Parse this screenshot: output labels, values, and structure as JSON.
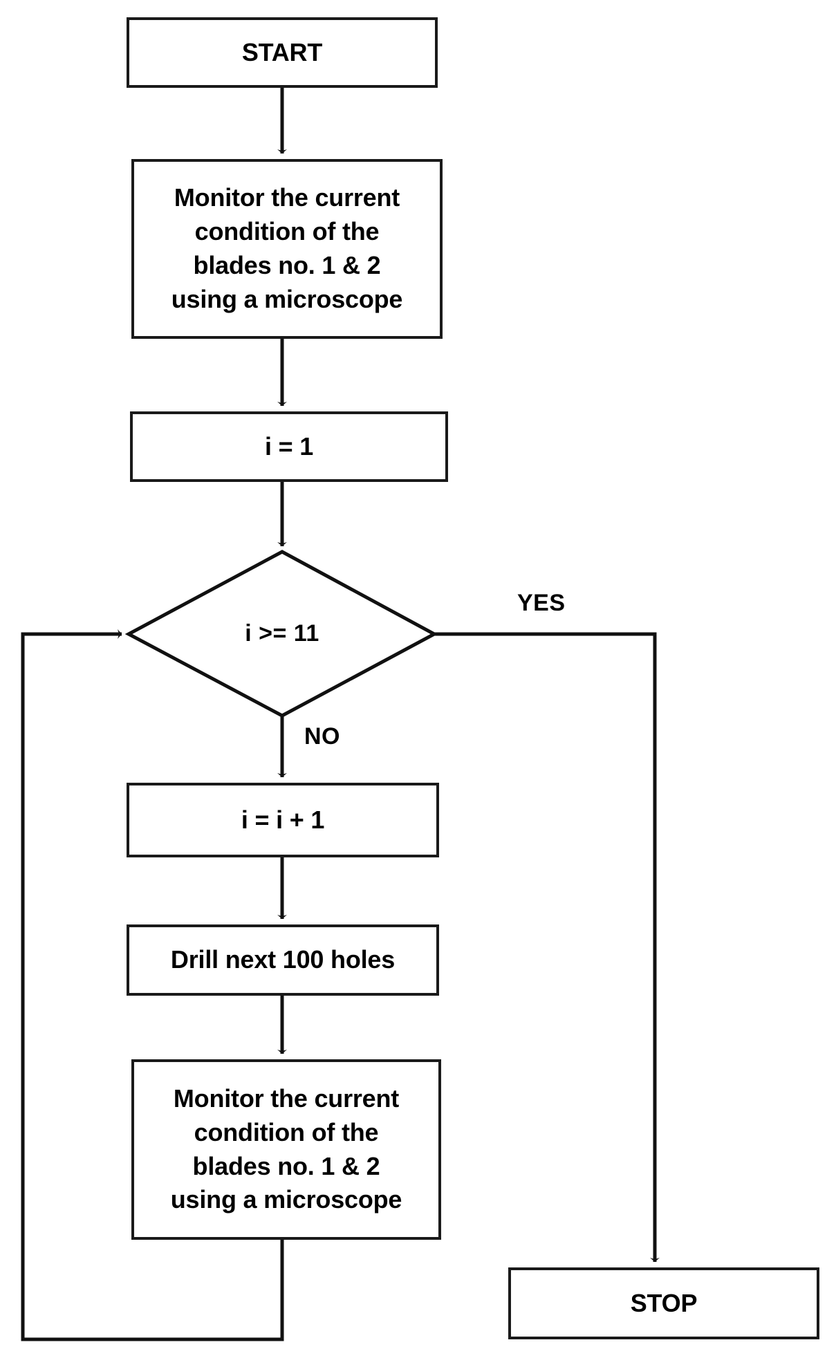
{
  "diagram": {
    "type": "flowchart",
    "title": "Blade condition monitoring drilling loop",
    "colors": {
      "stroke": "#1a1a1a",
      "fill": "#ffffff",
      "text": "#000000"
    },
    "nodes": {
      "start": {
        "label": "START",
        "shape": "rectangle"
      },
      "monitor1": {
        "label": "Monitor the current\ncondition of the\nblades no. 1 & 2\nusing a microscope",
        "shape": "rectangle"
      },
      "init": {
        "label": "i = 1",
        "shape": "rectangle"
      },
      "decision": {
        "label": "i >= 11",
        "shape": "diamond"
      },
      "increment": {
        "label": "i = i + 1",
        "shape": "rectangle"
      },
      "drill": {
        "label": "Drill next 100 holes",
        "shape": "rectangle"
      },
      "monitor2": {
        "label": "Monitor the current\ncondition of the\nblades no. 1 & 2\nusing a microscope",
        "shape": "rectangle"
      },
      "stop": {
        "label": "STOP",
        "shape": "rectangle"
      }
    },
    "edge_labels": {
      "yes": "YES",
      "no": "NO"
    },
    "edges": [
      {
        "from": "start",
        "to": "monitor1",
        "label": ""
      },
      {
        "from": "monitor1",
        "to": "init",
        "label": ""
      },
      {
        "from": "init",
        "to": "decision",
        "label": ""
      },
      {
        "from": "decision",
        "to": "stop",
        "label": "YES"
      },
      {
        "from": "decision",
        "to": "increment",
        "label": "NO"
      },
      {
        "from": "increment",
        "to": "drill",
        "label": ""
      },
      {
        "from": "drill",
        "to": "monitor2",
        "label": ""
      },
      {
        "from": "monitor2",
        "to": "decision",
        "label": ""
      }
    ]
  }
}
